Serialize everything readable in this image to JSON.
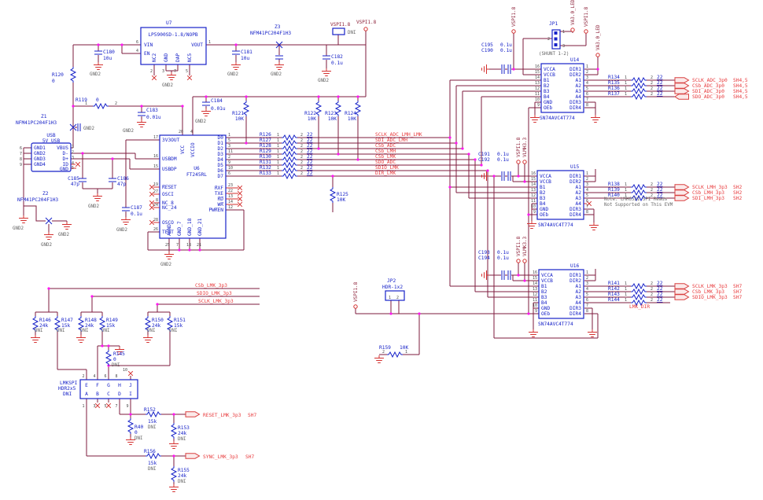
{
  "str": {
    "gnd2": "GND2",
    "n1": "1",
    "n2": "2"
  },
  "flags": {
    "vspi": "VSPI1.8",
    "va": "VA3.0_LED",
    "vlmh": "VLMH3.3",
    "vlmk": "VLMK3.3"
  },
  "u7": {
    "ref": "U7",
    "part": "LP5900SD-1.8/NOPB",
    "l": [
      {
        "n": "6",
        "t": "VIN"
      },
      {
        "n": "4",
        "t": "EN"
      }
    ],
    "r": [
      {
        "n": "1",
        "t": "VOUT"
      }
    ],
    "b": [
      {
        "n": "2",
        "t": "NC2"
      },
      {
        "n": "3",
        "t": "GND"
      },
      {
        "n": "7",
        "t": "DAP"
      },
      {
        "n": "5",
        "t": "NC5"
      }
    ]
  },
  "usb": {
    "ref": "USB",
    "part": "5V_USB",
    "l": [
      {
        "n": "6",
        "t": "GND1"
      },
      {
        "n": "7",
        "t": "GND2"
      },
      {
        "n": "8",
        "t": "GND3"
      },
      {
        "n": "9",
        "t": "GND4"
      }
    ],
    "r": [
      {
        "n": "1",
        "t": "VBUS"
      },
      {
        "n": "2",
        "t": "D-"
      },
      {
        "n": "3",
        "t": "D+"
      },
      {
        "n": "4",
        "t": "ID"
      },
      {
        "n": "5",
        "t": "GND"
      }
    ]
  },
  "u6": {
    "ref": "U6",
    "part": "FT245RL",
    "t": [
      {
        "n": "20",
        "t": "VCC"
      },
      {
        "n": "4",
        "t": "VCCIO"
      }
    ],
    "l": [
      {
        "n": "17",
        "t": "3V3OUT"
      },
      {
        "n": "16",
        "t": "USBDM"
      },
      {
        "n": "15",
        "t": "USBDP"
      },
      {
        "n": "19",
        "t": "RESET"
      },
      {
        "n": "27",
        "t": "OSCI"
      },
      {
        "n": "8",
        "t": "NC_8"
      },
      {
        "n": "24",
        "t": "NC_24"
      },
      {
        "n": "28",
        "t": "OSCO"
      },
      {
        "n": "26",
        "t": "TEST"
      }
    ],
    "r": [
      {
        "n": "1",
        "t": "D0"
      },
      {
        "n": "5",
        "t": "D1"
      },
      {
        "n": "3",
        "t": "D2"
      },
      {
        "n": "11",
        "t": "D3"
      },
      {
        "n": "2",
        "t": "D4"
      },
      {
        "n": "9",
        "t": "D5"
      },
      {
        "n": "10",
        "t": "D6"
      },
      {
        "n": "6",
        "t": "D7"
      },
      {
        "n": "23",
        "t": "RXF"
      },
      {
        "n": "22",
        "t": "TXE"
      },
      {
        "n": "13",
        "t": "RD"
      },
      {
        "n": "14",
        "t": "WR"
      },
      {
        "n": "12",
        "t": "PWREN"
      }
    ],
    "b": [
      {
        "n": "25",
        "t": "AGND"
      },
      {
        "n": "7",
        "t": "GND_7"
      },
      {
        "n": "18",
        "t": "GND_18"
      },
      {
        "n": "21",
        "t": "GND_21"
      }
    ]
  },
  "u14": {
    "ref": "U14",
    "part": "SN74AVC4T774",
    "l": [
      {
        "n": "16",
        "t": "VCCA"
      },
      {
        "n": "15",
        "t": "VCCB"
      },
      {
        "n": "14",
        "t": "B1"
      },
      {
        "n": "13",
        "t": "B2"
      },
      {
        "n": "12",
        "t": "B3"
      },
      {
        "n": "11",
        "t": "B4"
      },
      {
        "n": "10",
        "t": "GND"
      },
      {
        "n": "9",
        "t": "OEb"
      }
    ],
    "r": [
      {
        "n": "1",
        "t": "DIR1"
      },
      {
        "n": "2",
        "t": "DIR2"
      },
      {
        "n": "3",
        "t": "A1"
      },
      {
        "n": "4",
        "t": "A2"
      },
      {
        "n": "5",
        "t": "A3"
      },
      {
        "n": "6",
        "t": "A4"
      },
      {
        "n": "7",
        "t": "DIR3"
      },
      {
        "n": "8",
        "t": "DIR4"
      }
    ]
  },
  "u15": {
    "ref": "U15",
    "part": "SN74AVC4T774",
    "l": [
      {
        "n": "16",
        "t": "VCCA"
      },
      {
        "n": "15",
        "t": "VCCB"
      },
      {
        "n": "14",
        "t": "B1"
      },
      {
        "n": "13",
        "t": "B2"
      },
      {
        "n": "12",
        "t": "B3"
      },
      {
        "n": "11",
        "t": "B4"
      },
      {
        "n": "10",
        "t": "GND"
      },
      {
        "n": "9",
        "t": "OEb"
      }
    ],
    "r": [
      {
        "n": "1",
        "t": "DIR1"
      },
      {
        "n": "2",
        "t": "DIR2"
      },
      {
        "n": "3",
        "t": "A1"
      },
      {
        "n": "4",
        "t": "A2"
      },
      {
        "n": "5",
        "t": "A3"
      },
      {
        "n": "6",
        "t": "A4"
      },
      {
        "n": "7",
        "t": "DIR3"
      },
      {
        "n": "8",
        "t": "DIR4"
      }
    ]
  },
  "u16": {
    "ref": "U16",
    "part": "SN74AVC4T774",
    "l": [
      {
        "n": "16",
        "t": "VCCA"
      },
      {
        "n": "15",
        "t": "VCCB"
      },
      {
        "n": "14",
        "t": "B1"
      },
      {
        "n": "13",
        "t": "B2"
      },
      {
        "n": "12",
        "t": "B3"
      },
      {
        "n": "11",
        "t": "B4"
      },
      {
        "n": "10",
        "t": "GND"
      },
      {
        "n": "9",
        "t": "OEb"
      }
    ],
    "r": [
      {
        "n": "1",
        "t": "DIR1"
      },
      {
        "n": "2",
        "t": "DIR2"
      },
      {
        "n": "3",
        "t": "A1"
      },
      {
        "n": "4",
        "t": "A2"
      },
      {
        "n": "5",
        "t": "A3"
      },
      {
        "n": "6",
        "t": "A4"
      },
      {
        "n": "7",
        "t": "DIR3"
      },
      {
        "n": "8",
        "t": "DIR4"
      }
    ]
  },
  "jp1": {
    "ref": "JP1",
    "p": [
      "1",
      "2",
      "3"
    ],
    "note": "(SHUNT 1-2)"
  },
  "jp2": {
    "ref": "JP2",
    "part": "HDR-1x2",
    "p": [
      "1",
      "2"
    ]
  },
  "hdr": {
    "ref": "LMKSPI",
    "part": "HDR2x5",
    "dni": "DNI",
    "top": [
      {
        "n": "2",
        "t": "E"
      },
      {
        "n": "4",
        "t": "F"
      },
      {
        "n": "6",
        "t": "G"
      },
      {
        "n": "8",
        "t": "H"
      },
      {
        "n": "10",
        "t": "J"
      }
    ],
    "bot": [
      {
        "n": "1",
        "t": "A"
      },
      {
        "n": "3",
        "t": "B"
      },
      {
        "n": "5",
        "t": "C"
      },
      {
        "n": "7",
        "t": "D"
      },
      {
        "n": "9",
        "t": "I"
      }
    ]
  },
  "fer": {
    "z1": {
      "r": "Z1",
      "p": "NFM41PC204F1H3"
    },
    "z2": {
      "r": "Z2",
      "p": "NFM41PC204F1H3"
    },
    "z3": {
      "r": "Z3",
      "p": "NFM41PC204F1H3"
    }
  },
  "res": {
    "r119": {
      "r": "R119",
      "v": "0"
    },
    "r120": {
      "r": "R120",
      "v": "0"
    },
    "r121": {
      "r": "R121",
      "v": "10K"
    },
    "r122": {
      "r": "R122",
      "v": "10K"
    },
    "r123": {
      "r": "R123",
      "v": "10K"
    },
    "r124": {
      "r": "R124",
      "v": "10K"
    },
    "r125": {
      "r": "R125",
      "v": "10K"
    },
    "r126": {
      "r": "R126",
      "v": "22"
    },
    "r127": {
      "r": "R127",
      "v": "22"
    },
    "r128": {
      "r": "R128",
      "v": "22"
    },
    "r129": {
      "r": "R129",
      "v": "22"
    },
    "r130": {
      "r": "R130",
      "v": "22"
    },
    "r131": {
      "r": "R131",
      "v": "22"
    },
    "r132": {
      "r": "R132",
      "v": "22"
    },
    "r133": {
      "r": "R133",
      "v": "22"
    },
    "r134": {
      "r": "R134",
      "v": "22"
    },
    "r135": {
      "r": "R135",
      "v": "22"
    },
    "r136": {
      "r": "R136",
      "v": "22"
    },
    "r137": {
      "r": "R137",
      "v": "22"
    },
    "r138": {
      "r": "R138",
      "v": "22"
    },
    "r139": {
      "r": "R139",
      "v": "22"
    },
    "r140": {
      "r": "R140",
      "v": "22"
    },
    "r141": {
      "r": "R141",
      "v": "22"
    },
    "r142": {
      "r": "R142",
      "v": "22"
    },
    "r143": {
      "r": "R143",
      "v": "22"
    },
    "r144": {
      "r": "R144",
      "v": "22"
    },
    "r145": {
      "r": "R145",
      "v": "0",
      "d": "DNI"
    },
    "r146": {
      "r": "R146",
      "v": "24k",
      "d": "DNI"
    },
    "r147": {
      "r": "R147",
      "v": "15k",
      "d": "DNI"
    },
    "r148": {
      "r": "R148",
      "v": "24k",
      "d": "DNI"
    },
    "r149": {
      "r": "R149",
      "v": "15k",
      "d": "DNI"
    },
    "r150": {
      "r": "R150",
      "v": "24k",
      "d": "DNI"
    },
    "r151": {
      "r": "R151",
      "v": "15k",
      "d": "DNI"
    },
    "r152": {
      "r": "R152",
      "v": "15k",
      "d": "DNI"
    },
    "r153": {
      "r": "R153",
      "v": "24k",
      "d": "DNI"
    },
    "r155": {
      "r": "R155",
      "v": "24k",
      "d": "DNI"
    },
    "r156": {
      "r": "R156",
      "v": "15k",
      "d": "DNI"
    },
    "r40": {
      "r": "R40",
      "v": "0",
      "d": "DNI"
    },
    "r159": {
      "r": "R159",
      "v": "10K"
    }
  },
  "cap": {
    "c180": {
      "r": "C180",
      "v": "10u"
    },
    "c181": {
      "r": "C181",
      "v": "10u"
    },
    "c182": {
      "r": "C182",
      "v": "0.1u"
    },
    "c183": {
      "r": "C183",
      "v": "0.01u"
    },
    "c184": {
      "r": "C184",
      "v": "0.01u"
    },
    "c185": {
      "r": "C185",
      "v": "47p"
    },
    "c186": {
      "r": "C186",
      "v": "47p"
    },
    "c187": {
      "r": "C187",
      "v": "0.1u"
    },
    "c190": {
      "r": "C190",
      "v": "0.1u"
    },
    "c195": {
      "r": "C195",
      "v": "0.1u"
    },
    "c191": {
      "r": "C191",
      "v": "0.1u"
    },
    "c192": {
      "r": "C192",
      "v": "0.1u"
    },
    "c193": {
      "r": "C193",
      "v": "0.1u"
    },
    "c194": {
      "r": "C194",
      "v": "0.1u"
    }
  },
  "bus": [
    "SCLK_ADC_LMH_LMK",
    "SDI_ADC_LMH",
    "CSb_ADC",
    "CSb_LMH",
    "CSb_LMK",
    "SDO_ADC",
    "SDIO_LMK",
    "DIR_LMK"
  ],
  "lmknets": [
    "CSb_LMK_3p3",
    "SDIO_LMK_3p3",
    "SCLK_LMK_3p3"
  ],
  "lmkdir": "LMK_DIR",
  "ports": {
    "u14": [
      {
        "t": "SCLK_ADC_3p0",
        "sh": "SH4,5"
      },
      {
        "t": "CSb_ADC_3p0",
        "sh": "SH4,5"
      },
      {
        "t": "SDI_ADC_3p0",
        "sh": "SH4,5"
      },
      {
        "t": "SDO_ADC_3p0",
        "sh": "SH4,5"
      }
    ],
    "u15": [
      {
        "t": "SCLK_LMH_3p3",
        "sh": "SH2"
      },
      {
        "t": "CSb_LMH_3p3",
        "sh": "SH2"
      },
      {
        "t": "SDI_LMH_3p3",
        "sh": "SH2"
      }
    ],
    "u16": [
      {
        "t": "SCLK_LMK_3p3",
        "sh": "SH7"
      },
      {
        "t": "CSb_LMK_3p3",
        "sh": "SH7"
      },
      {
        "t": "SDIO_LMK_3p3",
        "sh": "SH7"
      }
    ],
    "reset": {
      "t": "RESET_LMK_3p3",
      "sh": "SH7"
    },
    "sync": {
      "t": "SYNC_LMK_3p3",
      "sh": "SH7"
    }
  },
  "dnibox": {
    "label": "VSPI1.8",
    "dni": "DNI"
  },
  "note": {
    "l1": "Note: LMH6521 SPI Reads",
    "l2": "Not Supported on This EVM"
  }
}
